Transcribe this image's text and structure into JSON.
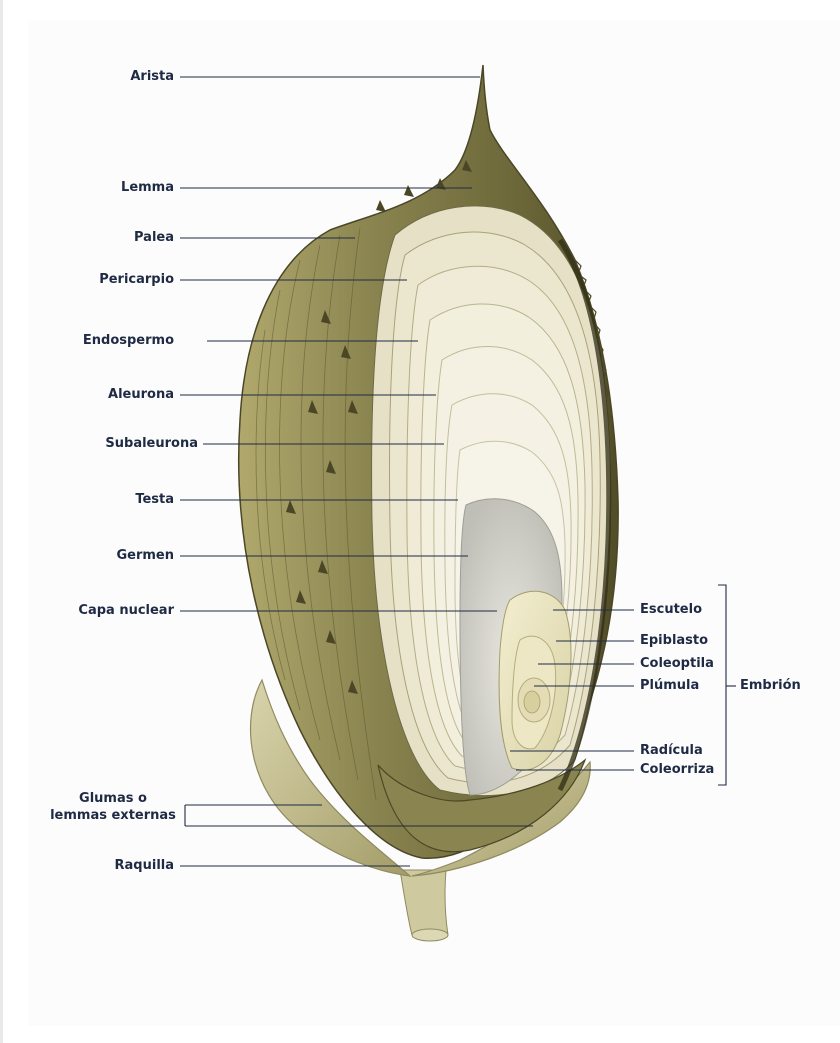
{
  "labels": {
    "arista": "Arista",
    "lemma": "Lemma",
    "palea": "Palea",
    "pericarpio": "Pericarpio",
    "endospermo": "Endospermo",
    "aleurona": "Aleurona",
    "subaleurona": "Subaleurona",
    "testa": "Testa",
    "germen": "Germen",
    "capa_nuclear": "Capa nuclear",
    "glumas_line1": "Glumas o",
    "glumas_line2": "lemmas externas",
    "raquilla": "Raquilla",
    "escutelo": "Escutelo",
    "epiblasto": "Epiblasto",
    "coleoptila": "Coleoptila",
    "plumula": "Plúmula",
    "radicula": "Radícula",
    "coleorriza": "Coleorriza",
    "embrion": "Embrión"
  },
  "colors": {
    "label_text": "#1f2a44",
    "leader_line": "#1f2a44",
    "husk_dark": "#5e5a32",
    "husk_mid": "#8a8450",
    "husk_light": "#b9b27a",
    "kernel_layer_light": "#ece8d4",
    "kernel_core": "#c9c9c4"
  }
}
